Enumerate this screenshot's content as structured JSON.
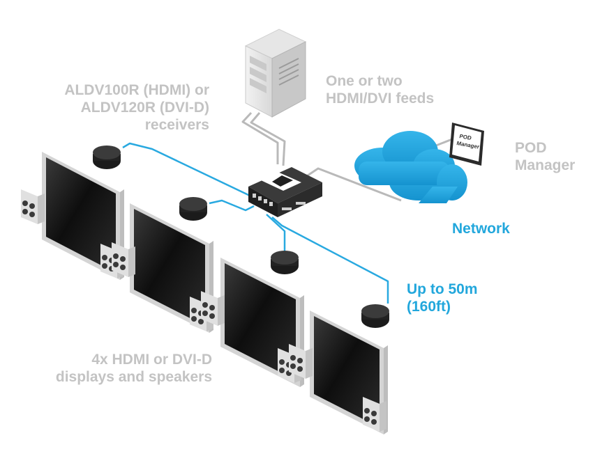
{
  "colors": {
    "cable_blue": "#29a9e0",
    "cable_grey": "#b9b9b9",
    "label_grey": "#c3c3c3",
    "label_blue": "#22a7dc",
    "cloud_blue": "#1fa3dc",
    "screen_dark": "#1b1b1b",
    "device_dark": "#2a2a2a"
  },
  "labels": {
    "receivers": "ALDV100R (HDMI) or\nALDV120R (DVI-D)\nreceivers",
    "feeds": "One or two\nHDMI/DVI feeds",
    "pod_manager": "POD\nManager",
    "network": "Network",
    "distance": "Up to 50m\n(160ft)",
    "displays": "4x HDMI or DVI-D\ndisplays and speakers"
  },
  "pod_panel": {
    "text_line1": "POD",
    "text_line2": "Manager"
  },
  "icons": {
    "computer": "tower-pc-icon",
    "hub": "transmitter-hub-icon",
    "cloud": "network-cloud-icon",
    "receiver": "receiver-puck-icon",
    "display": "display-monitor-icon",
    "speaker": "speaker-icon"
  }
}
